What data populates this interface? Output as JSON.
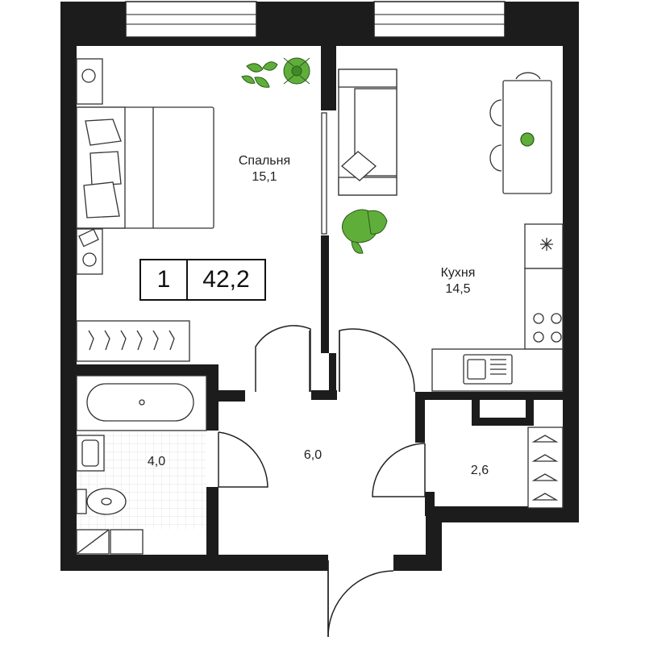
{
  "summary": {
    "rooms": "1",
    "total_area": "42,2"
  },
  "rooms": {
    "bedroom": {
      "name": "Спальня",
      "area": "15,1"
    },
    "kitchen": {
      "name": "Кухня",
      "area": "14,5"
    },
    "bathroom": {
      "name": "",
      "area": "4,0"
    },
    "hall": {
      "name": "",
      "area": "6,0"
    },
    "closet": {
      "name": "",
      "area": "2,6"
    }
  },
  "colors": {
    "wall": "#1c1c1c",
    "plant": "#5fae3a",
    "line": "#333333",
    "floor_tile": "#e8e8e8"
  }
}
